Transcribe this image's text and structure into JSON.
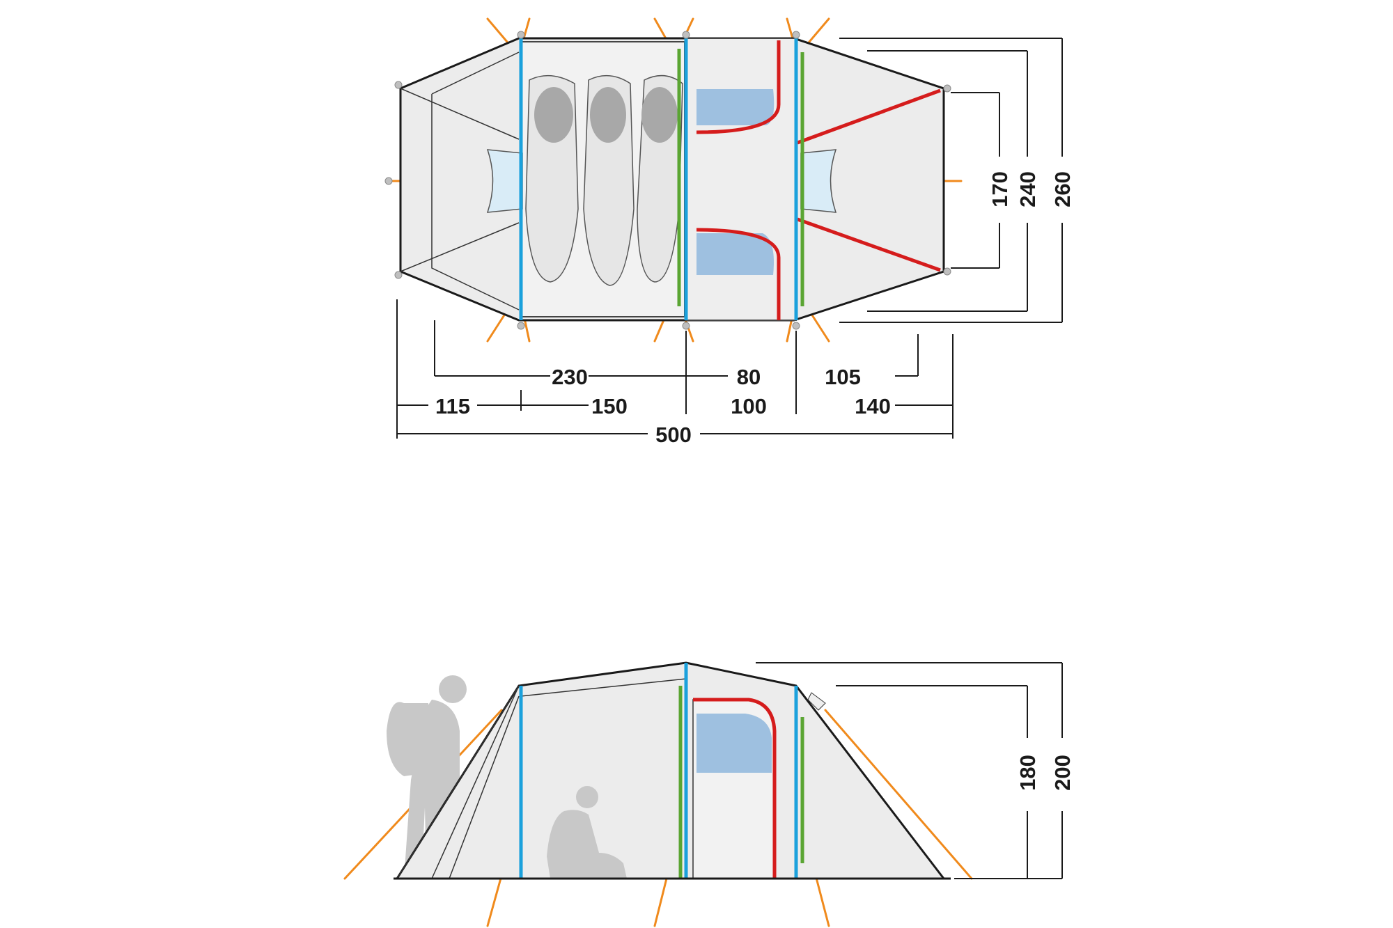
{
  "top_view": {
    "dimensions": {
      "row1": [
        "230",
        "80",
        "105"
      ],
      "row2": [
        "115",
        "150",
        "100",
        "140"
      ],
      "total_length": "500",
      "widths": [
        "170",
        "240",
        "260"
      ]
    }
  },
  "side_view": {
    "heights": [
      "180",
      "200"
    ]
  },
  "colors": {
    "pole_blue": "#1ba1dc",
    "pole_green": "#5aa532",
    "door_red": "#d51c1c",
    "guyline_orange": "#f08a1c",
    "fabric_grey": "#ececec",
    "window_blue": "#9ec0e0"
  }
}
